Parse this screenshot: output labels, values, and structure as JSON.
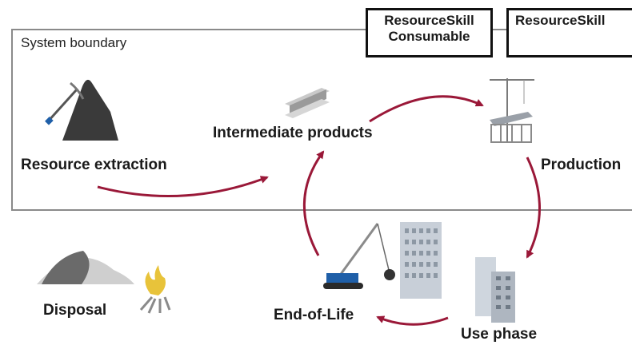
{
  "diagram": {
    "boundary_label": "System boundary",
    "skill_boxes": [
      {
        "line1": "ResourceSkill",
        "line2": "Consumable"
      },
      {
        "line1": "ResourceSkill"
      }
    ],
    "stages": {
      "resource_extraction": "Resource extraction",
      "intermediate_products": "Intermediate products",
      "production": "Production",
      "use_phase": "Use phase",
      "end_of_life": "End-of-Life",
      "disposal": "Disposal"
    },
    "colors": {
      "arrow": "#9a1838",
      "boundary": "#8a8a8a",
      "icon_dark": "#3a3a3a",
      "icon_blue": "#1f5fa8",
      "fire": "#e8c33a"
    }
  }
}
